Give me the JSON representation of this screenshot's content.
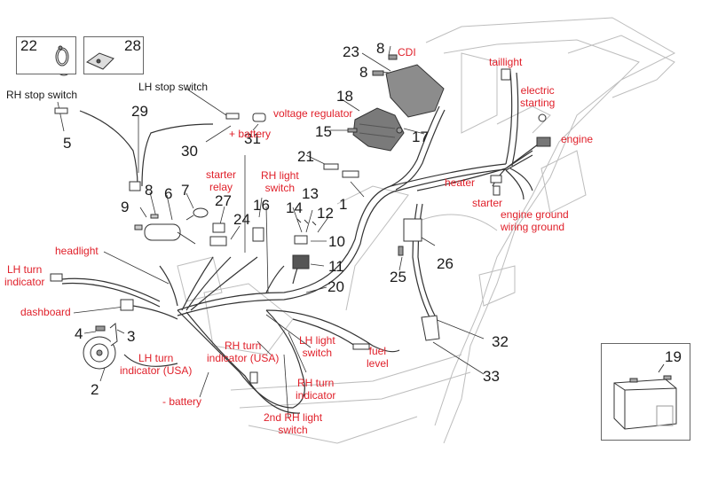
{
  "diagram": {
    "type": "exploded wiring harness parts diagram",
    "label_color": "#e0202a",
    "number_color": "#1a1a1a",
    "insets": [
      {
        "ref": "22",
        "part": "hose-clamp"
      },
      {
        "ref": "28",
        "part": "spring-clip"
      },
      {
        "ref": "19",
        "part": "battery"
      }
    ],
    "part_numbers": {
      "n1": "1",
      "n2": "2",
      "n3": "3",
      "n4": "4",
      "n5": "5",
      "n6": "6",
      "n7": "7",
      "n8a": "8",
      "n8b": "8",
      "n8c": "8",
      "n9": "9",
      "n10": "10",
      "n11": "11",
      "n12": "12",
      "n13": "13",
      "n14": "14",
      "n15": "15",
      "n16": "16",
      "n17": "17",
      "n18": "18",
      "n19": "19",
      "n20": "20",
      "n21": "21",
      "n22": "22",
      "n23": "23",
      "n24": "24",
      "n25": "25",
      "n26": "26",
      "n27": "27",
      "n28": "28",
      "n29": "29",
      "n30": "30",
      "n31": "31",
      "n32": "32",
      "n33": "33"
    },
    "black_labels": {
      "rh_stop_switch": "RH stop switch",
      "lh_stop_switch": "LH stop switch"
    },
    "red_labels": {
      "cdi": "CDI",
      "voltage_regulator": "voltage regulator",
      "taillight": "taillight",
      "electric_starting_1": "electric",
      "electric_starting_2": "starting",
      "engine": "engine",
      "heater": "heater",
      "starter": "starter",
      "engine_ground": "engine ground",
      "wiring_ground": "wiring ground",
      "plus_battery": "+ battery",
      "starter_relay_1": "starter",
      "starter_relay_2": "relay",
      "rh_light_switch_1": "RH light",
      "rh_light_switch_2": "switch",
      "headlight": "headlight",
      "lh_turn_indicator_1": "LH turn",
      "lh_turn_indicator_2": "indicator",
      "dashboard": "dashboard",
      "lh_turn_usa_1": "LH turn",
      "lh_turn_usa_2": "indicator (USA)",
      "rh_turn_usa_1": "RH turn",
      "rh_turn_usa_2": "indicator (USA)",
      "lh_light_switch_1": "LH light",
      "lh_light_switch_2": "switch",
      "fuel_level_1": "fuel",
      "fuel_level_2": "level",
      "rh_turn_indicator_1": "RH turn",
      "rh_turn_indicator_2": "indicator",
      "minus_battery": "- battery",
      "second_rh_light_switch_1": "2nd RH light",
      "second_rh_light_switch_2": "switch"
    }
  }
}
